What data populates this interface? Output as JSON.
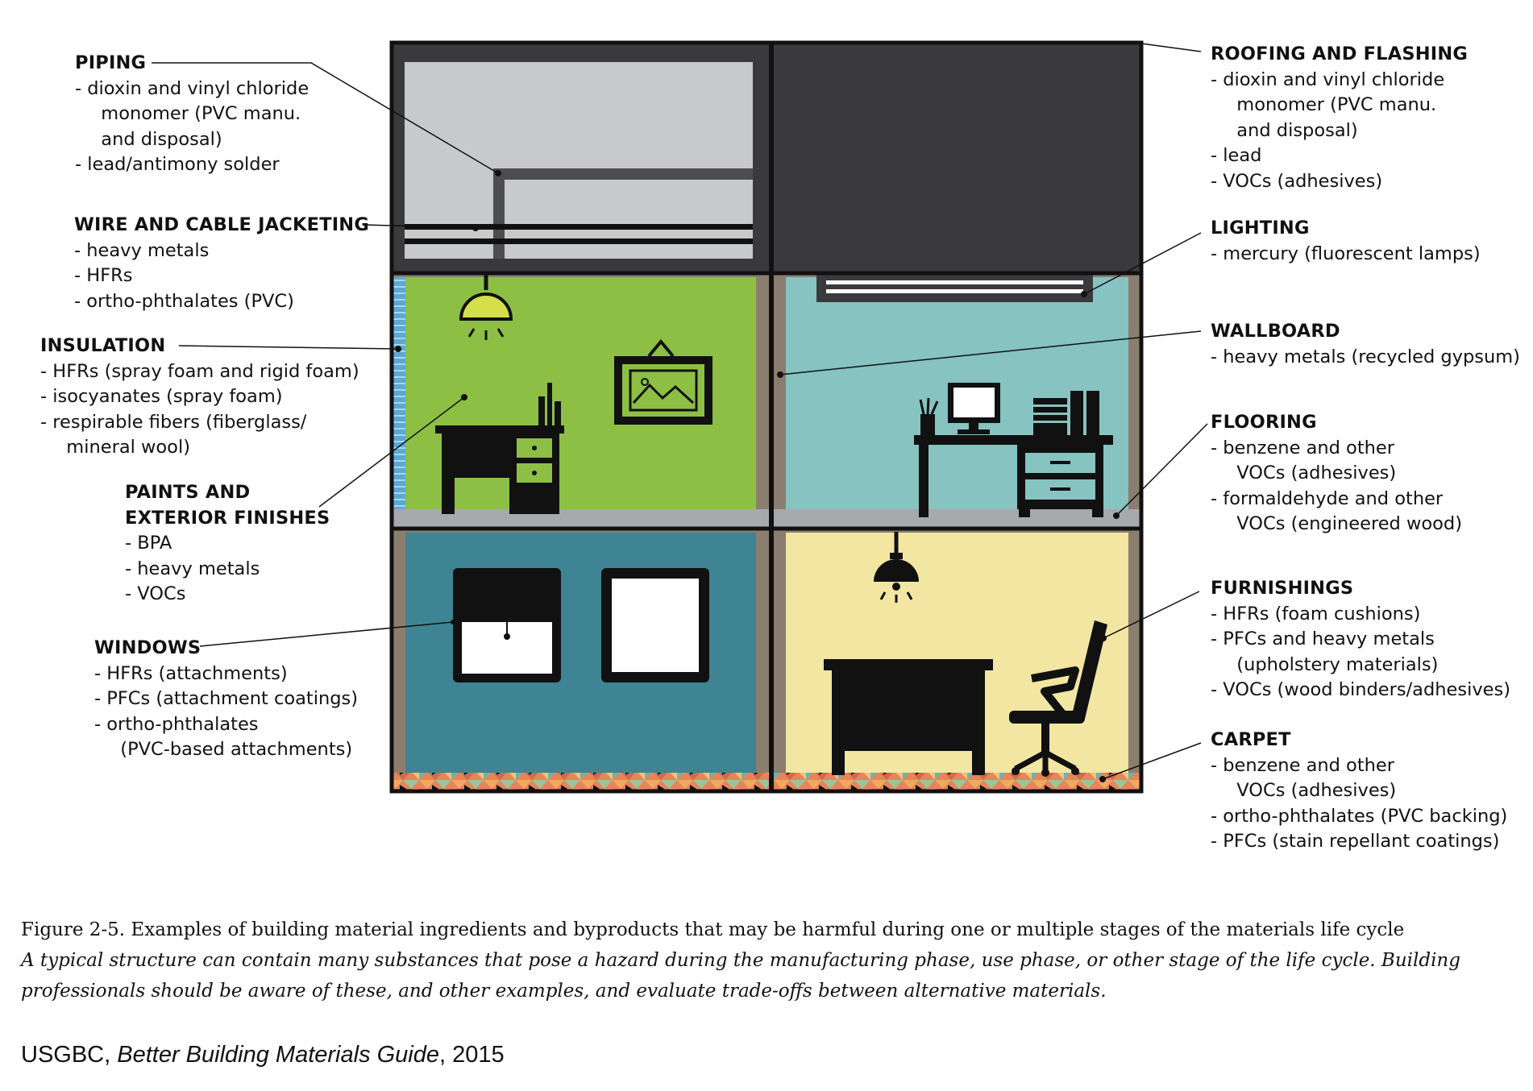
{
  "labels": {
    "piping": {
      "title": "PIPING",
      "items": [
        "- dioxin and vinyl chloride\n  monomer (PVC manu.\n  and disposal)",
        "- lead/antimony solder"
      ]
    },
    "wire": {
      "title": "WIRE AND CABLE JACKETING",
      "items": [
        "- heavy metals",
        "- HFRs",
        "- ortho-phthalates (PVC)"
      ]
    },
    "insulation": {
      "title": "INSULATION",
      "items": [
        "- HFRs (spray foam and rigid foam)",
        "- isocyanates (spray foam)",
        "- respirable fibers (fiberglass/\n  mineral wool)"
      ]
    },
    "paints": {
      "title_lines": [
        "PAINTS AND",
        "EXTERIOR FINISHES"
      ],
      "items": [
        "- BPA",
        "- heavy metals",
        "- VOCs"
      ]
    },
    "windows": {
      "title": "WINDOWS",
      "items": [
        "- HFRs (attachments)",
        "- PFCs (attachment coatings)",
        "- ortho-phthalates\n  (PVC-based attachments)"
      ]
    },
    "roofing": {
      "title": "ROOFING AND FLASHING",
      "items": [
        "- dioxin and vinyl chloride\n  monomer (PVC manu.\n  and disposal)",
        "- lead",
        "- VOCs (adhesives)"
      ]
    },
    "lighting": {
      "title": "LIGHTING",
      "items": [
        "- mercury (fluorescent lamps)"
      ]
    },
    "wallboard": {
      "title": "WALLBOARD",
      "items": [
        "- heavy metals (recycled gypsum)"
      ]
    },
    "flooring": {
      "title": "FLOORING",
      "items": [
        "- benzene and other\n  VOCs (adhesives)",
        "- formaldehyde and other\n  VOCs (engineered wood)"
      ]
    },
    "furnishings": {
      "title": "FURNISHINGS",
      "items": [
        "- HFRs (foam cushions)",
        "- PFCs and heavy metals\n  (upholstery materials)",
        "- VOCs (wood binders/adhesives)"
      ]
    },
    "carpet": {
      "title": "CARPET",
      "items": [
        "- benzene and other\n  VOCs (adhesives)",
        "- ortho-phthalates (PVC backing)",
        "- PFCs (stain repellant coatings)"
      ]
    }
  },
  "caption": {
    "title": "Figure 2-5. Examples of building material ingredients and byproducts that may be harmful during one or multiple stages of the materials life cycle",
    "text": "A typical structure can contain many substances that pose a hazard during the manufacturing phase, use phase, or other stage of the life cycle. Building professionals should be aware of these, and other examples, and evaluate trade-offs between alternative materials."
  },
  "source": {
    "org": "USGBC,",
    "book": "Better Building Materials Guide",
    "year": ", 2015"
  },
  "colors": {
    "outline": "#111111",
    "attic_left": "#c8c9cb",
    "attic_right": "#3a3a3c",
    "room_green": "#8ebf45",
    "room_teal": "#86c3c1",
    "room_blue": "#3f8494",
    "room_yellow": "#f2e6a2",
    "wall_brown": "#8b7e6f",
    "floor_gray": "#a7a9ac",
    "insulation_blue": "#5aa9d6",
    "lamp_yellow": "#d4df4a"
  }
}
